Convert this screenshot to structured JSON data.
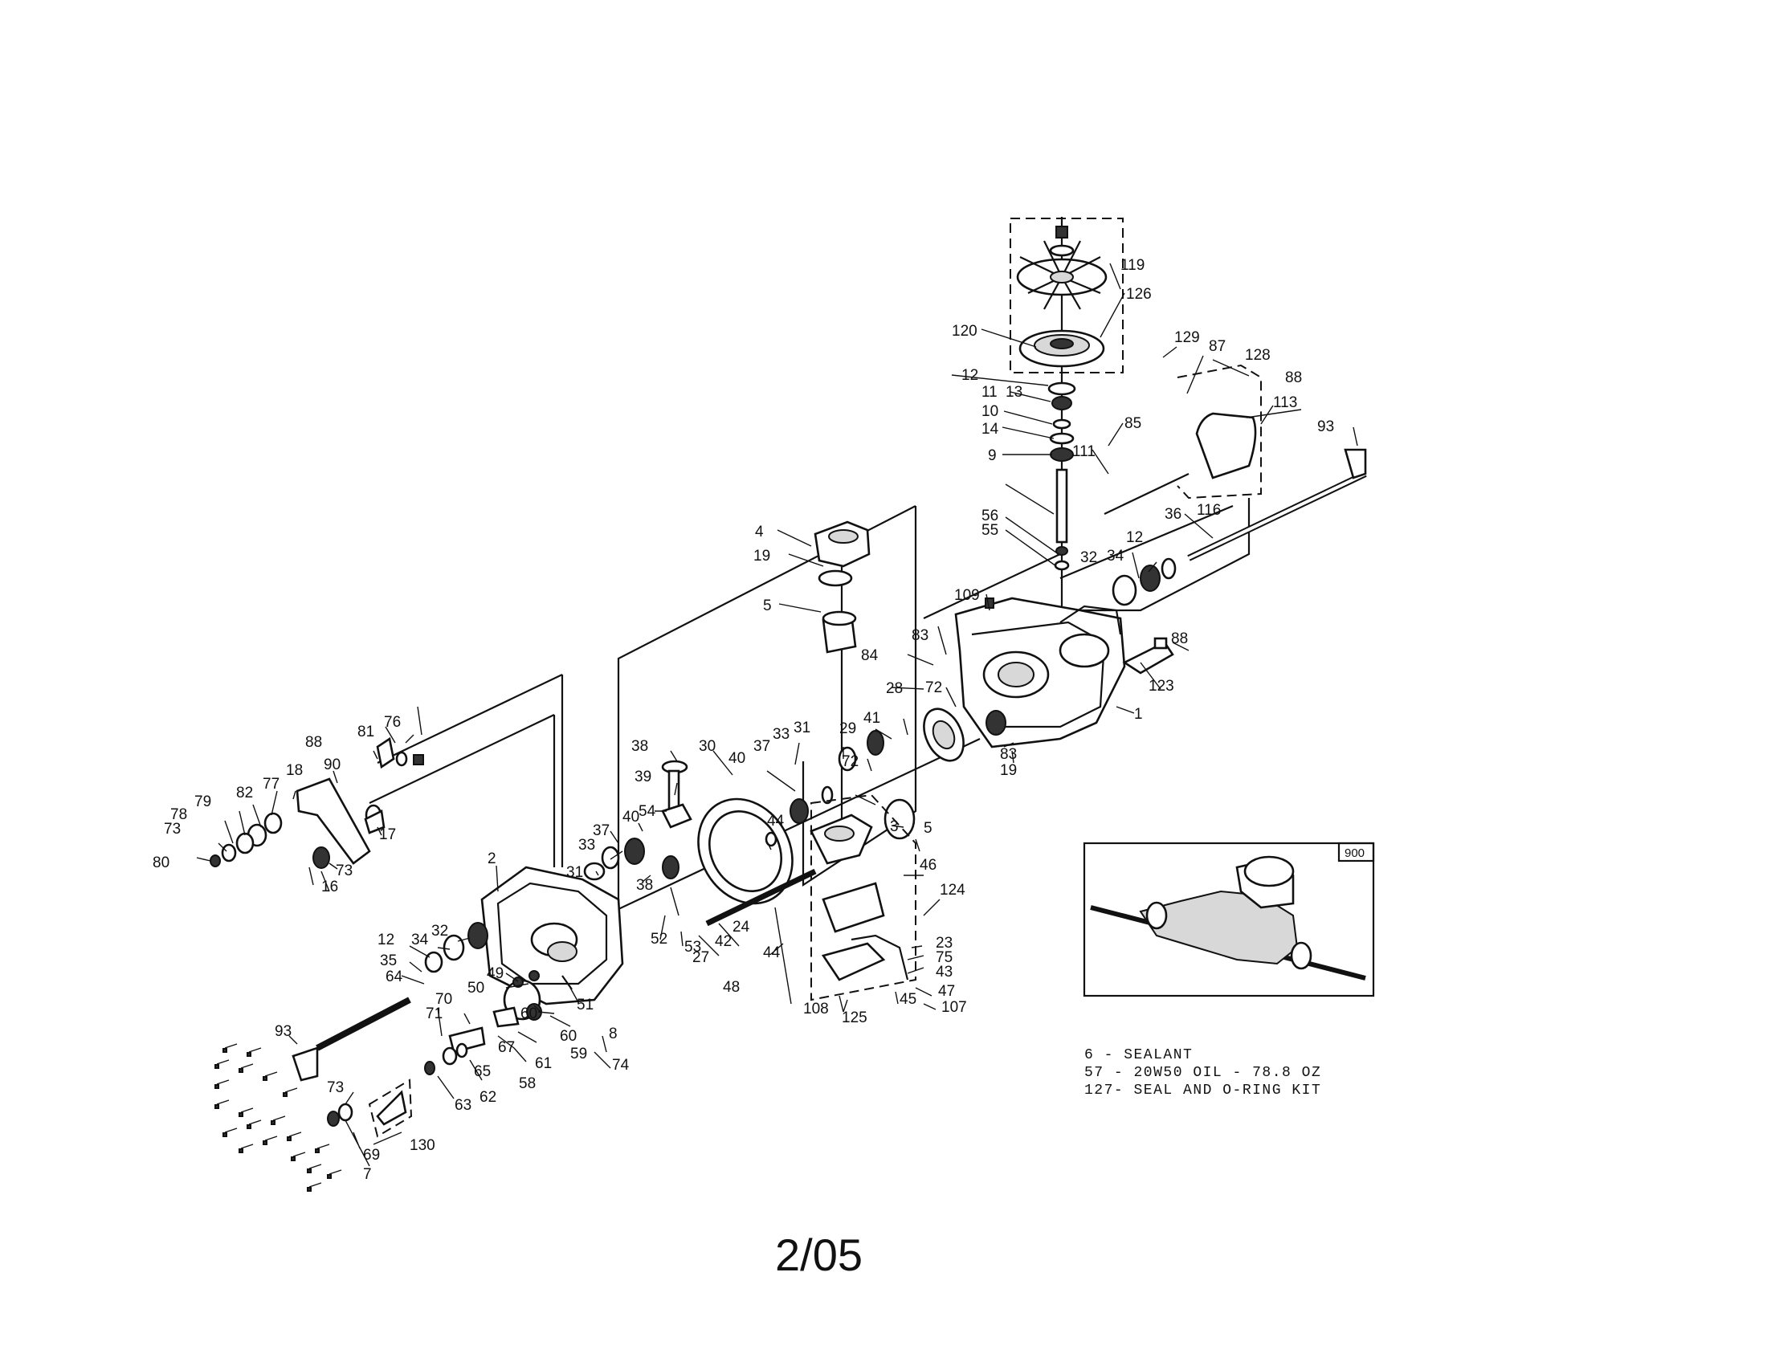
{
  "callouts": [
    {
      "id": "c4",
      "text": "4"
    },
    {
      "id": "c19a",
      "text": "19"
    },
    {
      "id": "c5a",
      "text": "5"
    },
    {
      "id": "c119",
      "text": "119"
    },
    {
      "id": "c126",
      "text": "126"
    },
    {
      "id": "c120",
      "text": "120"
    },
    {
      "id": "c12a",
      "text": "12"
    },
    {
      "id": "c11",
      "text": "11"
    },
    {
      "id": "c13",
      "text": "13"
    },
    {
      "id": "c10",
      "text": "10"
    },
    {
      "id": "c14",
      "text": "14"
    },
    {
      "id": "c9",
      "text": "9"
    },
    {
      "id": "c56",
      "text": "56"
    },
    {
      "id": "c55",
      "text": "55"
    },
    {
      "id": "c109",
      "text": "109"
    },
    {
      "id": "c83a",
      "text": "83"
    },
    {
      "id": "c84",
      "text": "84"
    },
    {
      "id": "c28",
      "text": "28"
    },
    {
      "id": "c72a",
      "text": "72"
    },
    {
      "id": "c1",
      "text": "1"
    },
    {
      "id": "c83b",
      "text": "83"
    },
    {
      "id": "c19b",
      "text": "19"
    },
    {
      "id": "c129",
      "text": "129"
    },
    {
      "id": "c87",
      "text": "87"
    },
    {
      "id": "c128",
      "text": "128"
    },
    {
      "id": "c88a",
      "text": "88"
    },
    {
      "id": "c113",
      "text": "113"
    },
    {
      "id": "c93a",
      "text": "93"
    },
    {
      "id": "c85",
      "text": "85"
    },
    {
      "id": "c111",
      "text": "111"
    },
    {
      "id": "c116",
      "text": "116"
    },
    {
      "id": "c36",
      "text": "36"
    },
    {
      "id": "c12b",
      "text": "12"
    },
    {
      "id": "c34a",
      "text": "34"
    },
    {
      "id": "c32a",
      "text": "32"
    },
    {
      "id": "c88b",
      "text": "88"
    },
    {
      "id": "c123",
      "text": "123"
    },
    {
      "id": "c41",
      "text": "41"
    },
    {
      "id": "c29",
      "text": "29"
    },
    {
      "id": "c31a",
      "text": "31"
    },
    {
      "id": "c33a",
      "text": "33"
    },
    {
      "id": "c37a",
      "text": "37"
    },
    {
      "id": "c72b",
      "text": "72"
    },
    {
      "id": "c3",
      "text": "3"
    },
    {
      "id": "c5b",
      "text": "5"
    },
    {
      "id": "c46",
      "text": "46"
    },
    {
      "id": "c124",
      "text": "124"
    },
    {
      "id": "c23",
      "text": "23"
    },
    {
      "id": "c75",
      "text": "75"
    },
    {
      "id": "c43",
      "text": "43"
    },
    {
      "id": "c47",
      "text": "47"
    },
    {
      "id": "c107",
      "text": "107"
    },
    {
      "id": "c45",
      "text": "45"
    },
    {
      "id": "c125",
      "text": "125"
    },
    {
      "id": "c108",
      "text": "108"
    },
    {
      "id": "c44a",
      "text": "44"
    },
    {
      "id": "c44b",
      "text": "44"
    },
    {
      "id": "c30",
      "text": "30"
    },
    {
      "id": "c40a",
      "text": "40"
    },
    {
      "id": "c38a",
      "text": "38"
    },
    {
      "id": "c39",
      "text": "39"
    },
    {
      "id": "c54",
      "text": "54"
    },
    {
      "id": "c40b",
      "text": "40"
    },
    {
      "id": "c37b",
      "text": "37"
    },
    {
      "id": "c33b",
      "text": "33"
    },
    {
      "id": "c31b",
      "text": "31"
    },
    {
      "id": "c38b",
      "text": "38"
    },
    {
      "id": "c24",
      "text": "24"
    },
    {
      "id": "c42",
      "text": "42"
    },
    {
      "id": "c27",
      "text": "27"
    },
    {
      "id": "c48",
      "text": "48"
    },
    {
      "id": "c52",
      "text": "52"
    },
    {
      "id": "c53",
      "text": "53"
    },
    {
      "id": "c2",
      "text": "2"
    },
    {
      "id": "c88c",
      "text": "88"
    },
    {
      "id": "c81",
      "text": "81"
    },
    {
      "id": "c76",
      "text": "76"
    },
    {
      "id": "c90",
      "text": "90"
    },
    {
      "id": "c18",
      "text": "18"
    },
    {
      "id": "c77",
      "text": "77"
    },
    {
      "id": "c82",
      "text": "82"
    },
    {
      "id": "c79",
      "text": "79"
    },
    {
      "id": "c78",
      "text": "78"
    },
    {
      "id": "c73a",
      "text": "73"
    },
    {
      "id": "c80",
      "text": "80"
    },
    {
      "id": "c17",
      "text": "17"
    },
    {
      "id": "c73b",
      "text": "73"
    },
    {
      "id": "c16",
      "text": "16"
    },
    {
      "id": "c12c",
      "text": "12"
    },
    {
      "id": "c34b",
      "text": "34"
    },
    {
      "id": "c32b",
      "text": "32"
    },
    {
      "id": "c35",
      "text": "35"
    },
    {
      "id": "c49",
      "text": "49"
    },
    {
      "id": "c50",
      "text": "50"
    },
    {
      "id": "c51",
      "text": "51"
    },
    {
      "id": "c8",
      "text": "8"
    },
    {
      "id": "c74",
      "text": "74"
    },
    {
      "id": "c64",
      "text": "64"
    },
    {
      "id": "c93b",
      "text": "93"
    },
    {
      "id": "c70",
      "text": "70"
    },
    {
      "id": "c71",
      "text": "71"
    },
    {
      "id": "c60a",
      "text": "60"
    },
    {
      "id": "c60b",
      "text": "60"
    },
    {
      "id": "c59",
      "text": "59"
    },
    {
      "id": "c67",
      "text": "67"
    },
    {
      "id": "c61",
      "text": "61"
    },
    {
      "id": "c58",
      "text": "58"
    },
    {
      "id": "c65",
      "text": "65"
    },
    {
      "id": "c62",
      "text": "62"
    },
    {
      "id": "c63",
      "text": "63"
    },
    {
      "id": "c73c",
      "text": "73"
    },
    {
      "id": "c130",
      "text": "130"
    },
    {
      "id": "c69",
      "text": "69"
    },
    {
      "id": "c7",
      "text": "7"
    }
  ],
  "inset": {
    "tag": "900"
  },
  "notes": [
    "6 -  SEALANT",
    "57 - 20W50 OIL - 78.8 OZ",
    "127- SEAL AND O-RING KIT"
  ],
  "footer": "2/05"
}
